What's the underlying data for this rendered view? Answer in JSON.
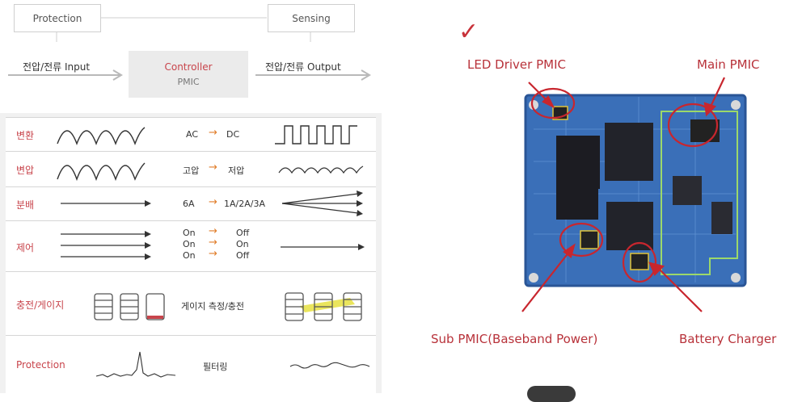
{
  "diagram": {
    "protection_label": "Protection",
    "sensing_label": "Sensing",
    "controller_title": "Controller",
    "controller_subtitle": "PMIC",
    "input_label": "전압/전류 Input",
    "output_label": "전압/전류 Output"
  },
  "table": {
    "rows": [
      {
        "label": "변환",
        "from": "AC",
        "to": "DC"
      },
      {
        "label": "변압",
        "from": "고압",
        "to": "저압"
      },
      {
        "label": "분배",
        "from": "6A",
        "to": "1A/2A/3A"
      },
      {
        "label": "제어",
        "pairs": [
          {
            "from": "On",
            "to": "Off"
          },
          {
            "from": "On",
            "to": "On"
          },
          {
            "from": "On",
            "to": "Off"
          }
        ]
      },
      {
        "label": "충전/게이지",
        "text": "게이지 측정/충전"
      },
      {
        "label": "Protection",
        "text": "필터링"
      }
    ],
    "arrow_glyph": "→"
  },
  "board": {
    "check_mark": "✓",
    "callouts": {
      "led": "LED Driver PMIC",
      "main": "Main PMIC",
      "sub": "Sub PMIC(Baseband Power)",
      "battery": "Battery Charger"
    }
  },
  "colors": {
    "accent_red": "#c8444b",
    "arrow_orange": "#e07d2a",
    "board_blue": "#3a6fb8",
    "callout_red": "#b8323a"
  }
}
